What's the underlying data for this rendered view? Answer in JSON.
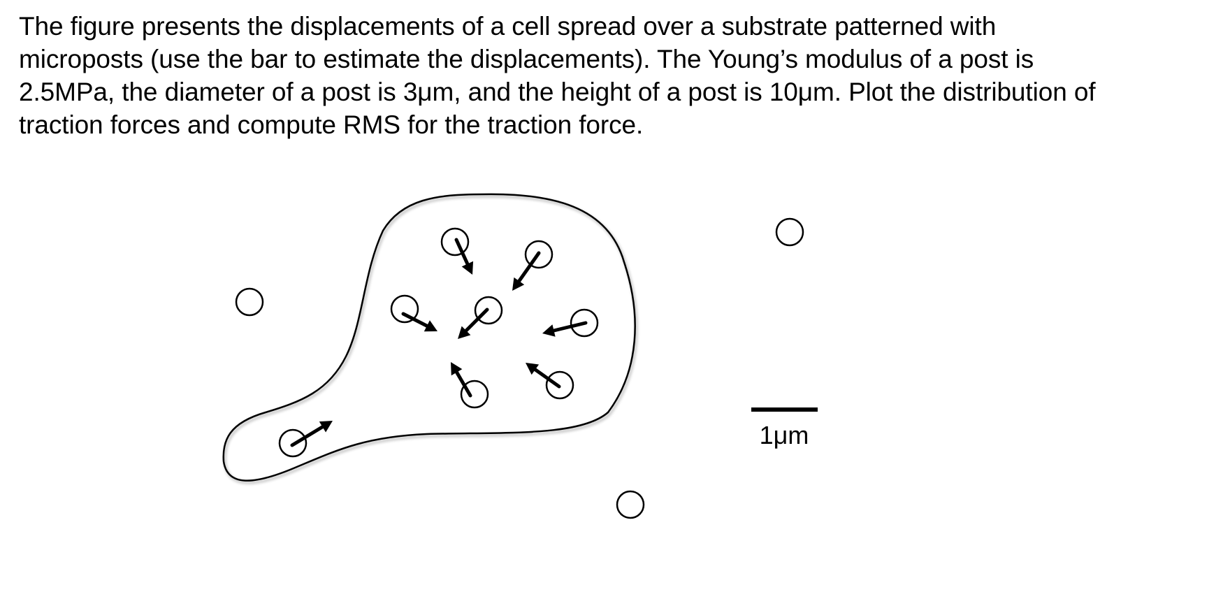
{
  "problem": {
    "lines": [
      "The figure presents the displacements of a cell spread over a substrate patterned with",
      "microposts (use the bar to estimate the displacements). The Young’s modulus of a post is",
      "2.5MPa, the diameter of a post is 3μm, and the height of a post is 10μm. Plot the distribution of",
      "traction forces and compute RMS for the traction force."
    ]
  },
  "figure": {
    "scale_bar_label": "1μm",
    "stroke_color": "#000000"
  }
}
